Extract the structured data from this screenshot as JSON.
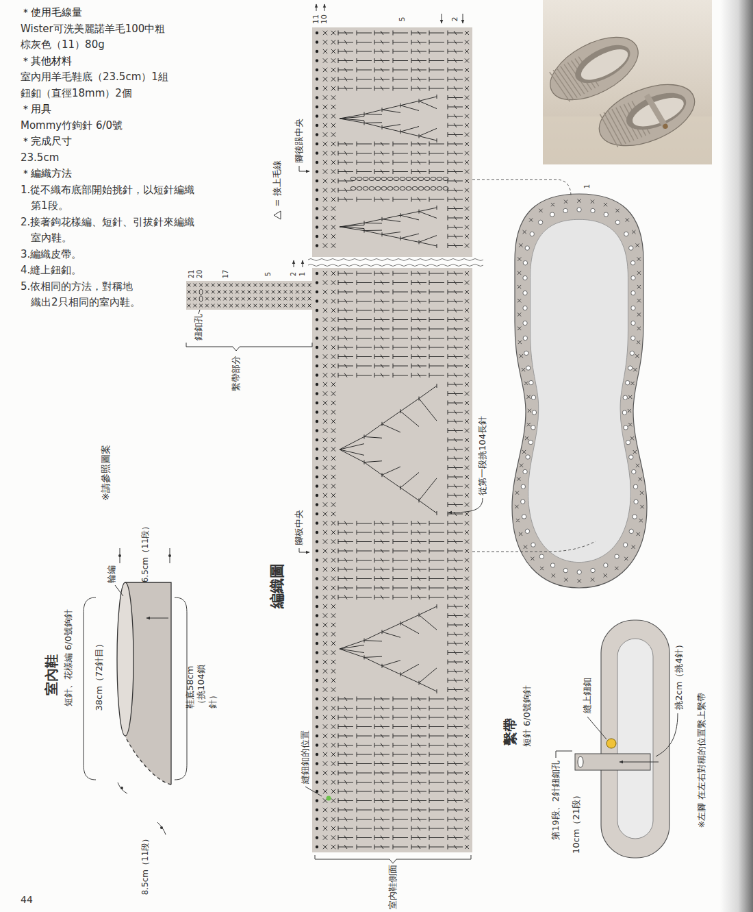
{
  "diagram": {
    "labels": [
      "＊使用毛線量",
      "Wister可洗美麗諾羊毛100中粗",
      "棕灰色（11）80g",
      "＊其他材料",
      "室內用羊毛鞋底（23.5cm）1組",
      "鈕釦（直徑18mm）2個",
      "＊用具",
      "Mommy竹鉤針 6/0號",
      "＊完成尺寸",
      "23.5cm",
      "＊編織方法",
      "1.從不織布底部開始挑針，以短針編織第1段。",
      "2.接著鉤花樣編、短針、引拔針來編織室內鞋。",
      "3.編織皮帶。",
      "4.縫上鈕釦。",
      "5.依相同的方法，對稱地織出2只相同的室內鞋。",
      "11",
      "10",
      "5",
      "2",
      "腳後跟中央",
      "= 接上毛線",
      "21",
      "20",
      "17",
      "5",
      "2",
      "1",
      "鈕釦孔",
      "繫帶部分",
      "從第一段挑104長針",
      "腳板中央",
      "編織圖",
      "縫鈕釦的位置",
      "室內鞋側面",
      "※請參照圖案",
      "室內鞋",
      "短針、花樣編 6/0號鉤針",
      "6.5cm（11段）",
      "輪編",
      "38cm（72針目）",
      "鞋底58cm（挑104鎖針）",
      "8.5cm（11段）",
      "繫帶",
      "短針 6/0號鉤針",
      "縫上鈕釦",
      "挑2cm（挑4針）",
      "第19段、2針鈕釦孔",
      "10cm（21段）",
      "※左腳 在左右對稱的位置繫上繫帶",
      "1",
      "44"
    ]
  }
}
